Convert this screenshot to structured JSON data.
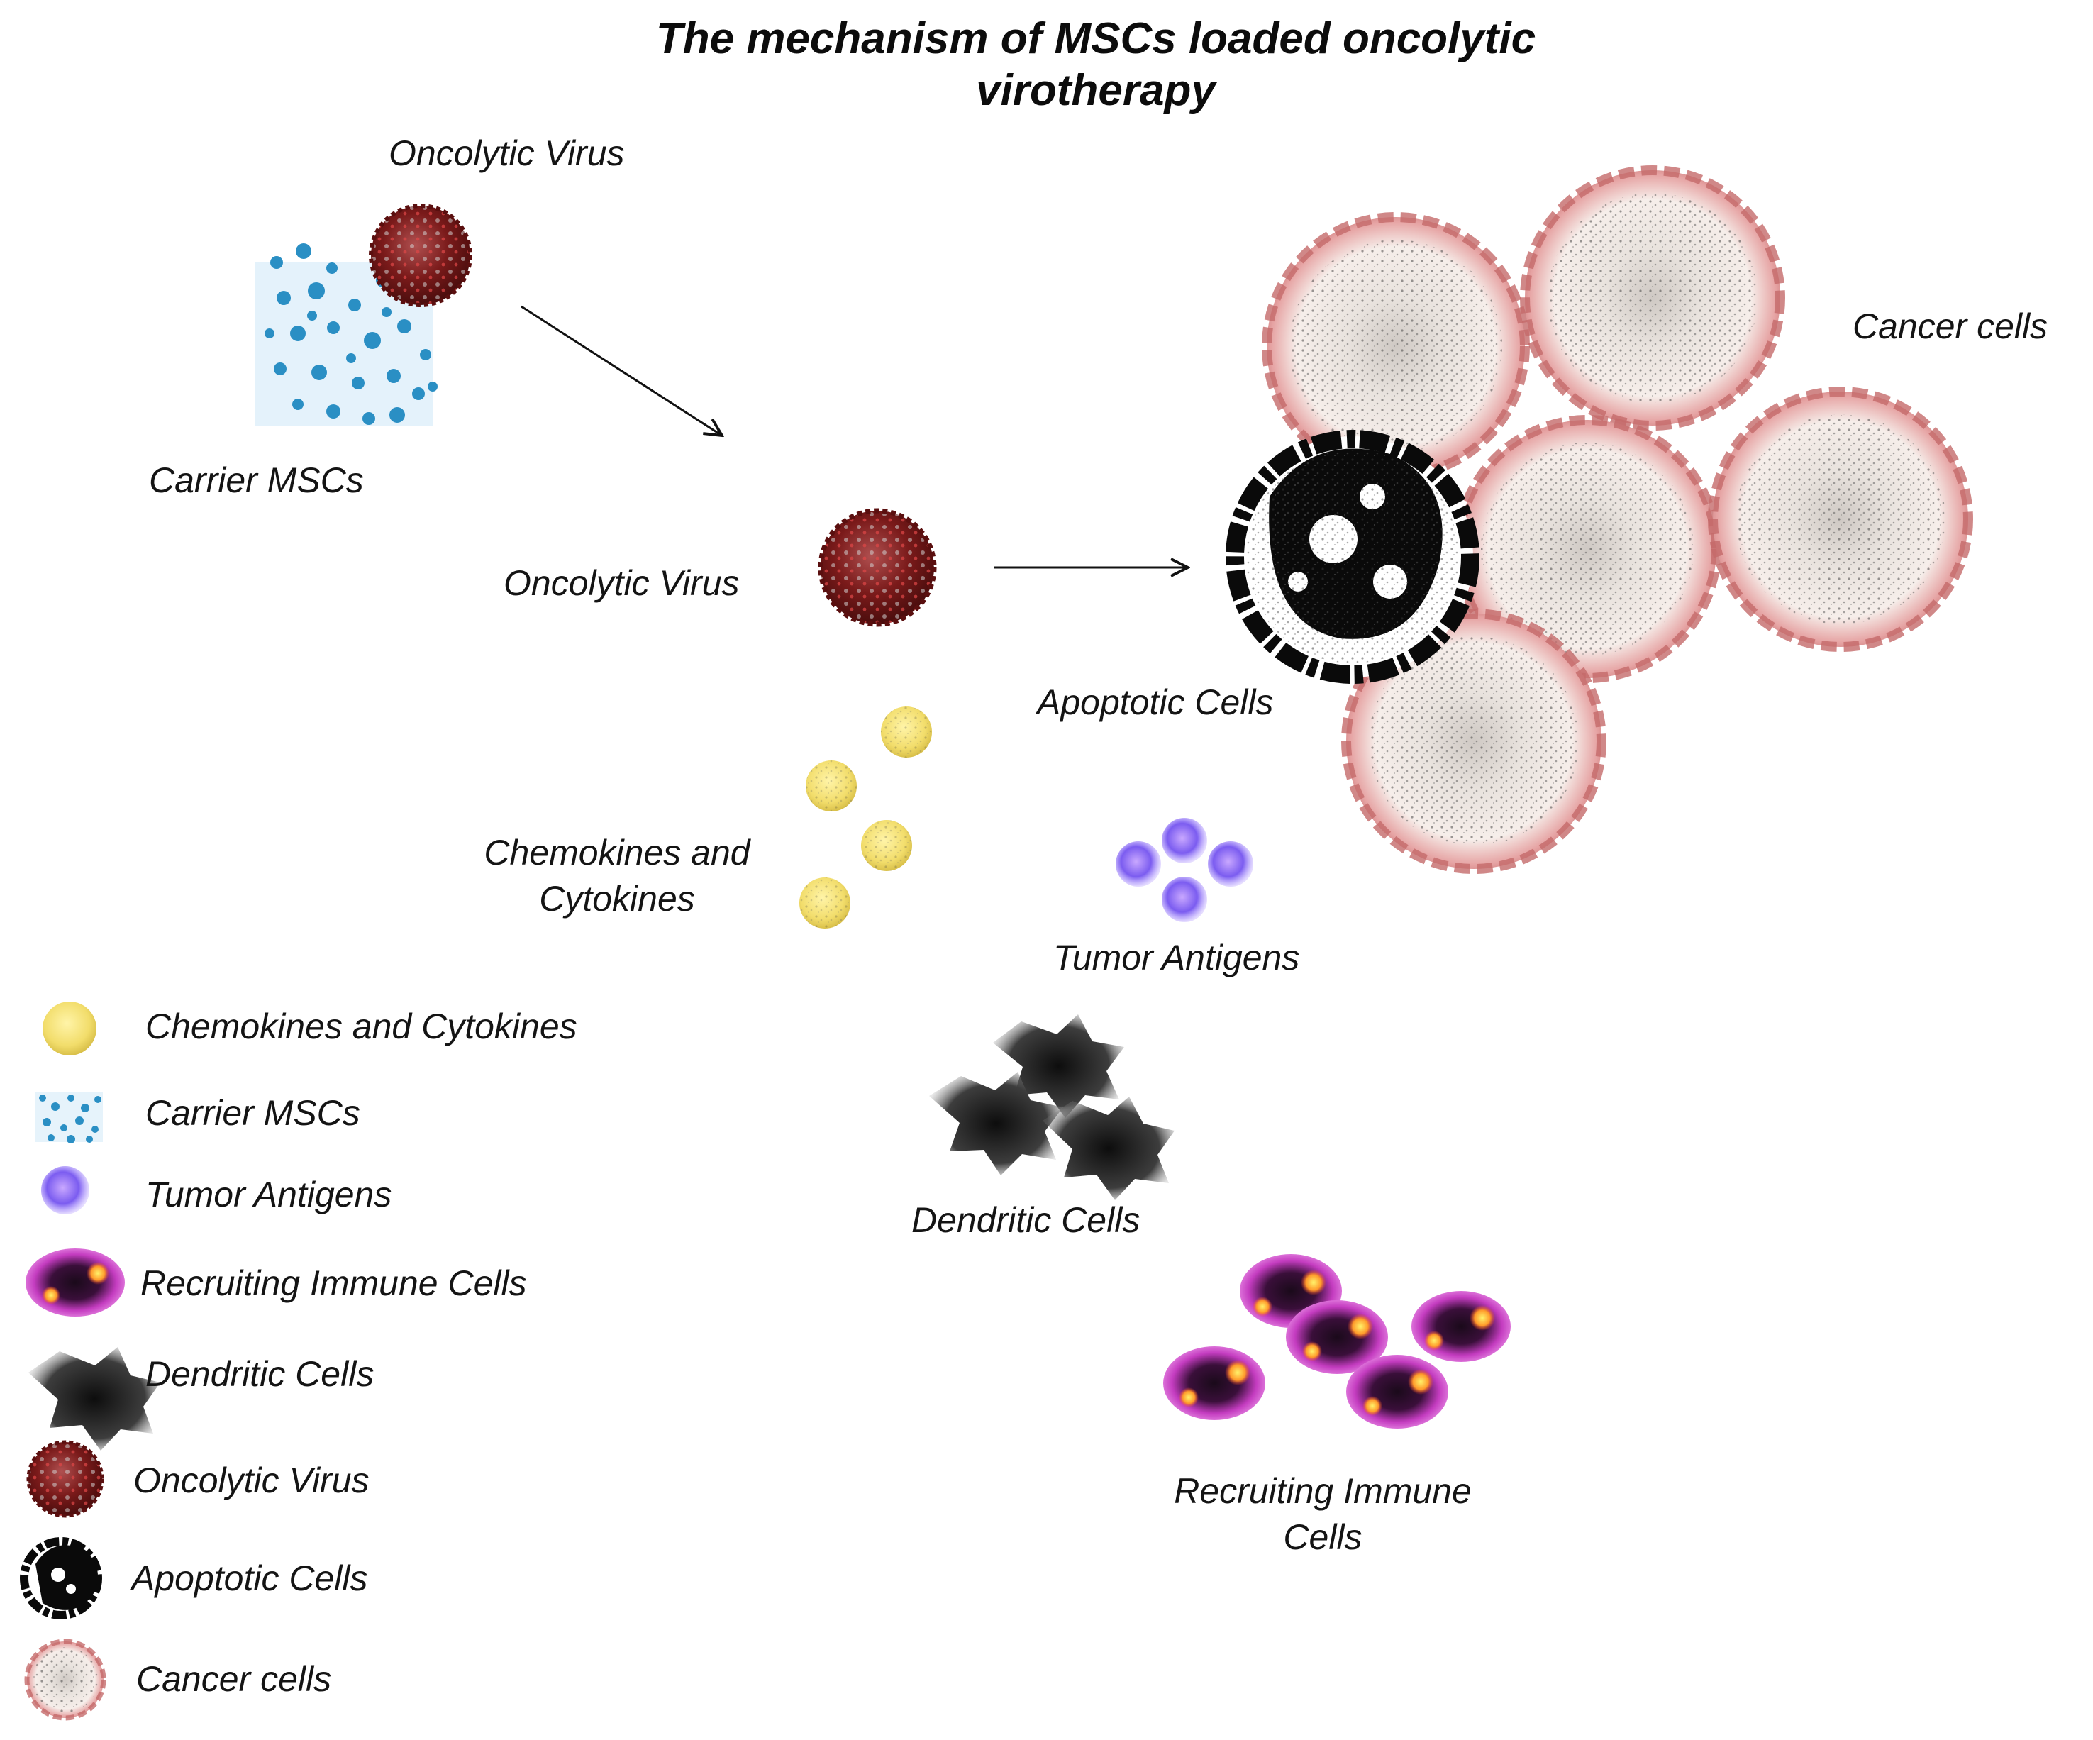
{
  "diagram": {
    "title_lines": [
      "The mechanism of MSCs loaded oncolytic",
      "virotherapy"
    ],
    "labels": {
      "virus_top": "Oncolytic Virus",
      "carrier": "Carrier MSCs",
      "virus_mid": "Oncolytic Virus",
      "chemokines_lines": [
        "Chemokines and",
        "Cytokines"
      ],
      "apoptotic": "Apoptotic Cells",
      "cancer": "Cancer cells",
      "antigens": "Tumor Antigens",
      "dendritic": "Dendritic Cells",
      "immune_lines": [
        "Recruiting Immune",
        "Cells"
      ]
    },
    "legend": [
      {
        "label": "Chemokines and Cytokines",
        "icon": "cytokine-icon"
      },
      {
        "label": "Carrier MSCs",
        "icon": "msc-icon"
      },
      {
        "label": "Tumor Antigens",
        "icon": "antigen-icon"
      },
      {
        "label": "Recruiting Immune Cells",
        "icon": "immune-cell-icon"
      },
      {
        "label": "Dendritic Cells",
        "icon": "dendritic-cell-icon"
      },
      {
        "label": "Oncolytic Virus",
        "icon": "virus-icon"
      },
      {
        "label": "Apoptotic Cells",
        "icon": "apoptotic-cell-icon"
      },
      {
        "label": "Cancer cells",
        "icon": "cancer-cell-icon"
      }
    ],
    "colors": {
      "virus": "#8b1c1c",
      "cytokine": "#f2dd6b",
      "msc": "#2a8fc4",
      "antigen": "#7b5cf0",
      "immune": "#d640c8",
      "cancer": "#d98a8a",
      "dendritic": "#2b2b2b"
    }
  }
}
